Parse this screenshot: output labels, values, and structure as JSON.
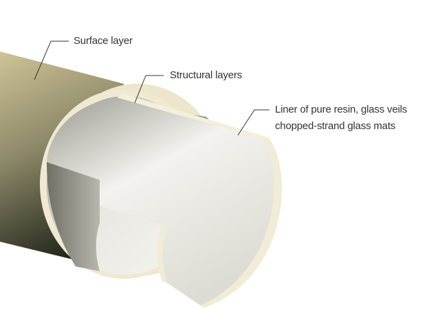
{
  "labels": {
    "surface": "Surface layer",
    "structural": "Structural layers",
    "liner_line1": "Liner of pure resin, glass veils",
    "liner_line2": "chopped-strand glass mats"
  },
  "colors": {
    "surface_light": "#c9bd8f",
    "surface_dark": "#1e2118",
    "cream": "#eee8cf",
    "inner_light": "#f2f0ea",
    "inner_dark": "#8a8a80",
    "leader": "#333333"
  }
}
